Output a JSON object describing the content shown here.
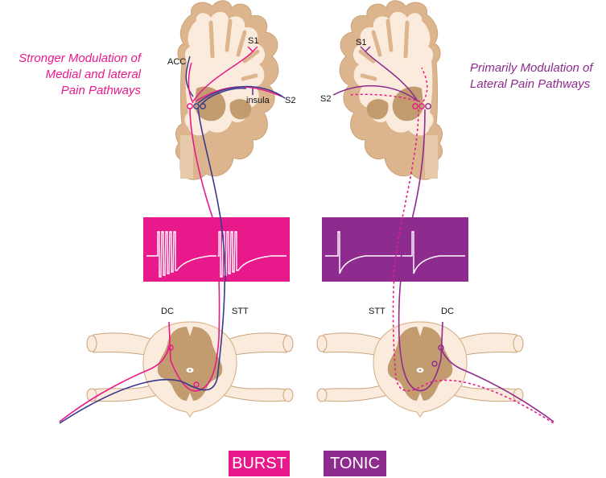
{
  "colors": {
    "burst": "#e8198b",
    "tonic": "#8e2b8f",
    "navy": "#3a3a8c",
    "tissue": "#dcb58e",
    "tissue_light": "#fbebdc",
    "grey_matter": "#c29b6f"
  },
  "captions": {
    "left": {
      "lines": [
        "Stronger Modulation of",
        "Medial and lateral",
        "Pain Pathways"
      ]
    },
    "right": {
      "lines": [
        "Primarily Modulation of",
        "Lateral Pain Pathways"
      ]
    }
  },
  "brain_left": {
    "labels": {
      "s1": "S1",
      "acc": "ACC",
      "insula": "insula",
      "s2": "S2"
    }
  },
  "brain_right": {
    "labels": {
      "s1": "S1",
      "s2": "S2"
    }
  },
  "spinal_left": {
    "labels": {
      "dc": "DC",
      "stt": "STT"
    }
  },
  "spinal_right": {
    "labels": {
      "stt": "STT",
      "dc": "DC"
    }
  },
  "waveforms": {
    "burst": {
      "spikes_per_burst": 5,
      "bursts": 2
    },
    "tonic": {
      "spikes": 2
    }
  },
  "legend": {
    "burst": "BURST",
    "tonic": "TONIC"
  }
}
